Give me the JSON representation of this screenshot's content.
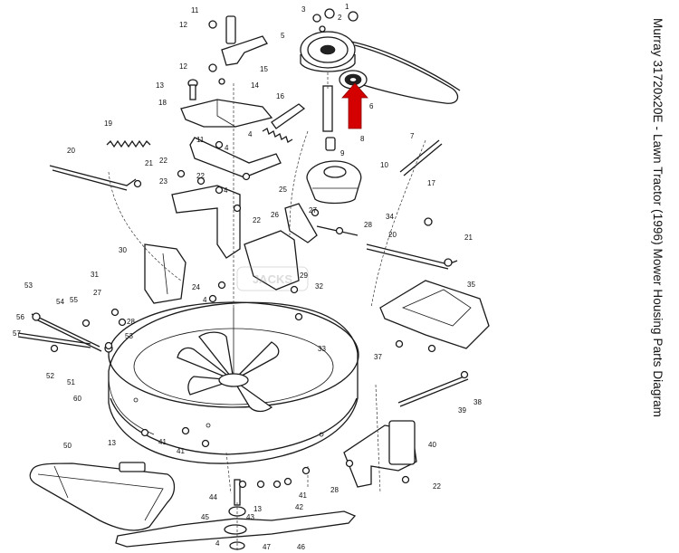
{
  "title": "Murray 31720x20E - Lawn Tractor (1996) Mower Housing Parts Diagram",
  "colors": {
    "pointer_arrow": "#d40000",
    "line": "#1a1a1a",
    "background": "#ffffff"
  },
  "watermark_text": "JACKS",
  "callouts": [
    {
      "label": "11"
    },
    {
      "label": "12"
    },
    {
      "label": "15"
    },
    {
      "label": "12"
    },
    {
      "label": "14"
    },
    {
      "label": "13"
    },
    {
      "label": "18"
    },
    {
      "label": "4"
    },
    {
      "label": "16"
    },
    {
      "label": "3"
    },
    {
      "label": "2"
    },
    {
      "label": "1"
    },
    {
      "label": "5"
    },
    {
      "label": "6"
    },
    {
      "label": "7"
    },
    {
      "label": "8"
    },
    {
      "label": "9"
    },
    {
      "label": "10"
    },
    {
      "label": "17"
    },
    {
      "label": "19"
    },
    {
      "label": "20"
    },
    {
      "label": "21"
    },
    {
      "label": "11"
    },
    {
      "label": "4"
    },
    {
      "label": "22"
    },
    {
      "label": "23"
    },
    {
      "label": "22"
    },
    {
      "label": "4"
    },
    {
      "label": "25"
    },
    {
      "label": "22"
    },
    {
      "label": "26"
    },
    {
      "label": "27"
    },
    {
      "label": "28"
    },
    {
      "label": "34"
    },
    {
      "label": "20"
    },
    {
      "label": "21"
    },
    {
      "label": "30"
    },
    {
      "label": "31"
    },
    {
      "label": "27"
    },
    {
      "label": "28"
    },
    {
      "label": "24"
    },
    {
      "label": "4"
    },
    {
      "label": "29"
    },
    {
      "label": "32"
    },
    {
      "label": "35"
    },
    {
      "label": "53"
    },
    {
      "label": "54"
    },
    {
      "label": "55"
    },
    {
      "label": "56"
    },
    {
      "label": "53"
    },
    {
      "label": "57"
    },
    {
      "label": "52"
    },
    {
      "label": "51"
    },
    {
      "label": "33"
    },
    {
      "label": "37"
    },
    {
      "label": "60"
    },
    {
      "label": "38"
    },
    {
      "label": "39"
    },
    {
      "label": "13"
    },
    {
      "label": "41"
    },
    {
      "label": "41"
    },
    {
      "label": "40"
    },
    {
      "label": "50"
    },
    {
      "label": "28"
    },
    {
      "label": "22"
    },
    {
      "label": "44"
    },
    {
      "label": "13"
    },
    {
      "label": "41"
    },
    {
      "label": "42"
    },
    {
      "label": "45"
    },
    {
      "label": "43"
    },
    {
      "label": "46"
    },
    {
      "label": "47"
    },
    {
      "label": "4"
    }
  ]
}
